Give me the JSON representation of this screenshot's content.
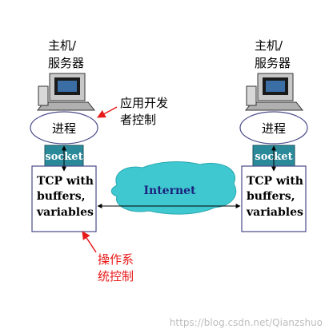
{
  "left_host": {
    "title_line1": "主机/",
    "title_line2": "服务器",
    "process": "进程",
    "socket": "socket",
    "tcp_line1": "TCP with",
    "tcp_line2": "buffers,",
    "tcp_line3": "variables"
  },
  "right_host": {
    "title_line1": "主机/",
    "title_line2": "服务器",
    "process": "进程",
    "socket": "socket",
    "tcp_line1": "TCP with",
    "tcp_line2": "buffers,",
    "tcp_line3": "variables"
  },
  "internet_label": "Internet",
  "callout_app": {
    "line1": "应用开发",
    "line2": "者控制"
  },
  "callout_os": {
    "line1": "操作系",
    "line2": "统控制"
  },
  "watermark": "https://blog.csdn.net/Qianzshuo",
  "colors": {
    "socket_fill": "#2b8a9a",
    "internet_fill": "#40c8d0",
    "callout_text": "#e81919",
    "internet_text": "#1a237e"
  }
}
